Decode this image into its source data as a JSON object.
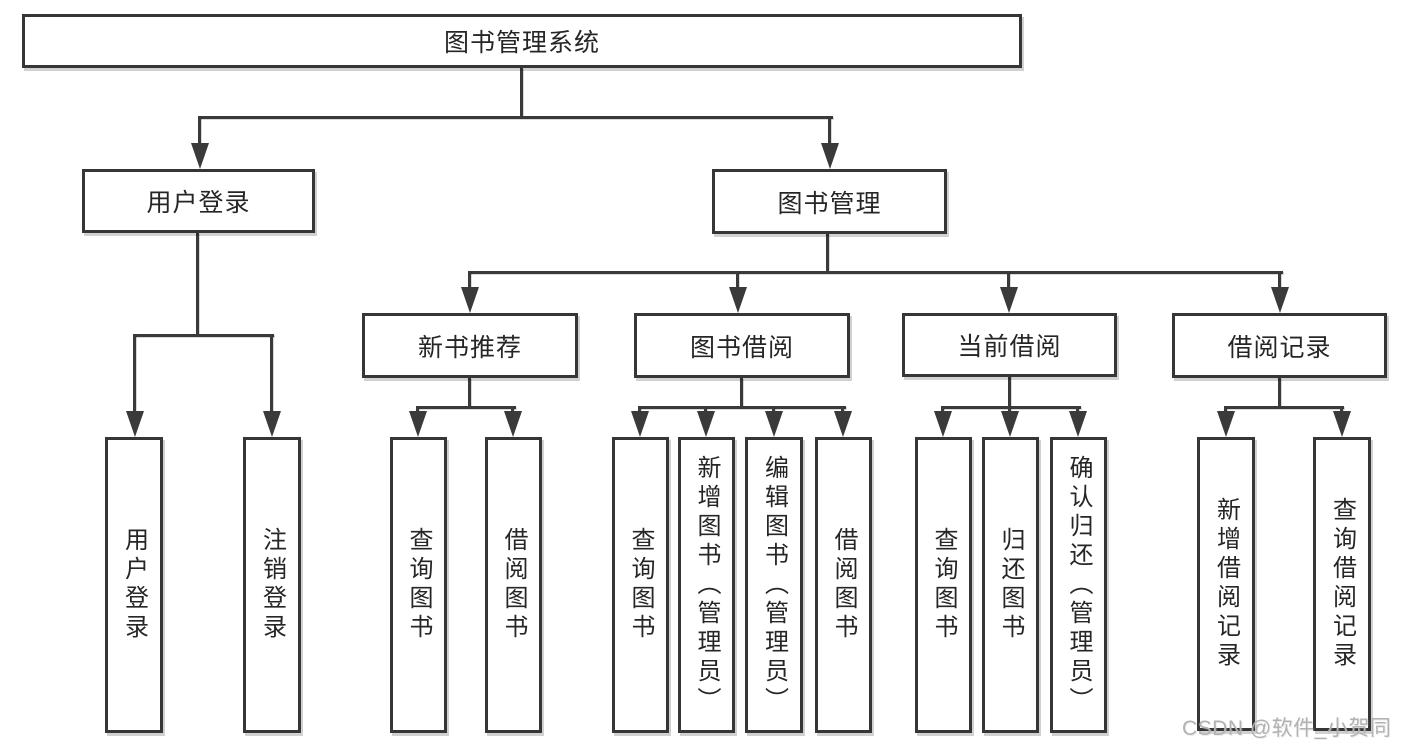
{
  "tree": {
    "label": "图书管理系统",
    "children": [
      {
        "label": "用户登录",
        "children": [
          {
            "label": "用户登录"
          },
          {
            "label": "注销登录"
          }
        ]
      },
      {
        "label": "图书管理",
        "children": [
          {
            "label": "新书推荐",
            "children": [
              {
                "label": "查询图书"
              },
              {
                "label": "借阅图书"
              }
            ]
          },
          {
            "label": "图书借阅",
            "children": [
              {
                "label": "查询图书"
              },
              {
                "label": "新增图书（管理员）"
              },
              {
                "label": "编辑图书（管理员）"
              },
              {
                "label": "借阅图书"
              }
            ]
          },
          {
            "label": "当前借阅",
            "children": [
              {
                "label": "查询图书"
              },
              {
                "label": "归还图书"
              },
              {
                "label": "确认归还（管理员）"
              }
            ]
          },
          {
            "label": "借阅记录",
            "children": [
              {
                "label": "新增借阅记录"
              },
              {
                "label": "查询借阅记录"
              }
            ]
          }
        ]
      }
    ]
  },
  "watermark": {
    "text": "CSDN @软件_小贺同学"
  },
  "colors": {
    "line": "#3a3a3a",
    "box_border": "#363636",
    "text": "#262626",
    "watermark": "#b2b2b2",
    "background": "#ffffff"
  }
}
